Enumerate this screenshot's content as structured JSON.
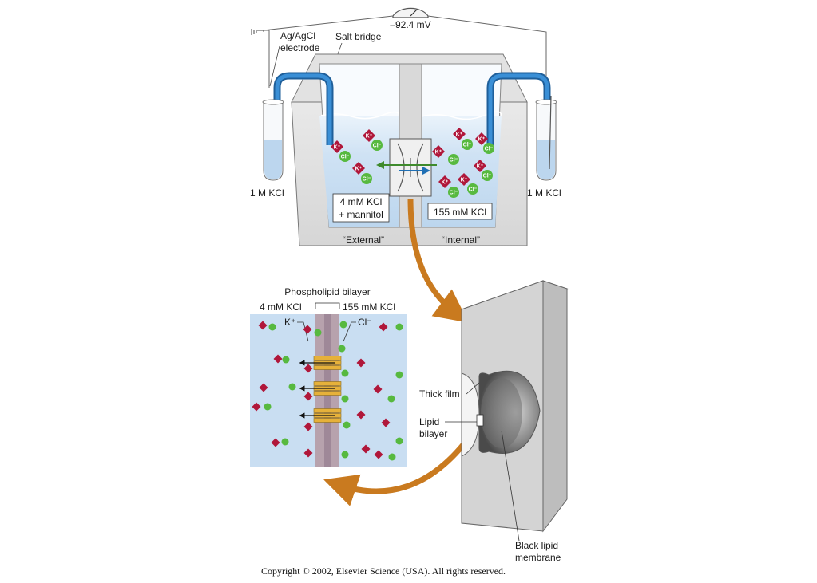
{
  "labels": {
    "voltage": "–92.4 mV",
    "electrode": [
      "Ag/AgCl",
      "electrode"
    ],
    "salt_bridge": "Salt bridge",
    "left_tube": "1 M KCl",
    "right_tube": "1 M KCl",
    "external_solution": [
      "4 mM KCl",
      "+ mannitol"
    ],
    "internal_solution": "155 mM KCl",
    "external": "“External”",
    "internal": "“Internal”",
    "phospholipid_bilayer": "Phospholipid bilayer",
    "left_conc": "4 mM KCl",
    "right_conc": "155 mM KCl",
    "k_ion": "K⁺",
    "cl_ion": "Cl⁻",
    "thick_film": "Thick film",
    "lipid_bilayer": [
      "Lipid",
      "bilayer"
    ],
    "black_lipid_membrane": [
      "Black lipid",
      "membrane"
    ],
    "ion_k_badge": "K⁺",
    "ion_cl_badge": "Cl⁻"
  },
  "colors": {
    "potassium": "#b0173a",
    "chloride": "#57b93f",
    "solution": "#c9def2",
    "salt_bridge": "#1f6fb4",
    "arrow_orange": "#c97a1f",
    "bilayer": "#b7a2ad",
    "channel": "#e6b13a"
  },
  "footer": {
    "copyright": "Copyright © 2002, Elsevier Science (USA).  All rights reserved."
  }
}
